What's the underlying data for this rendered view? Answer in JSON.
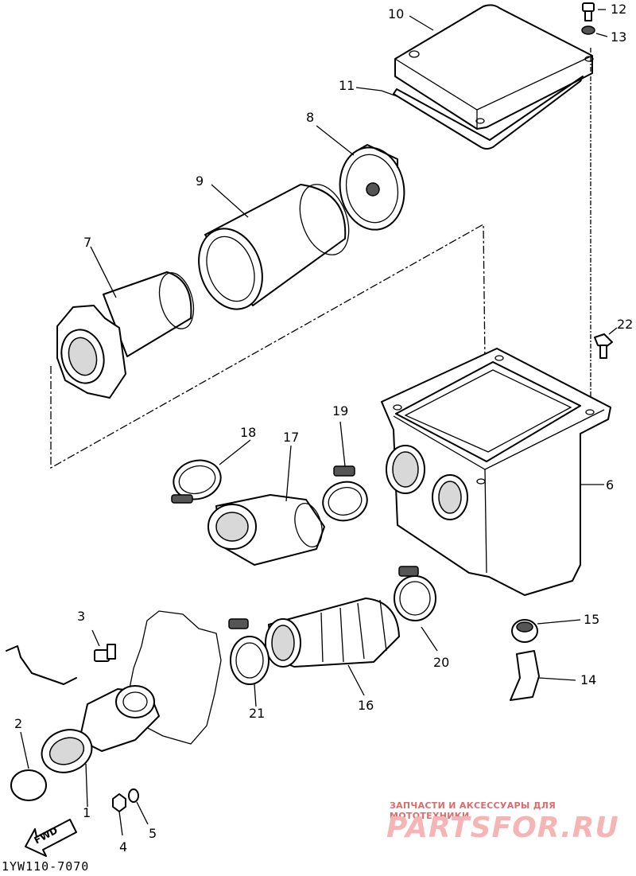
{
  "diagram_code": "1YW110-7070",
  "fwd_label": "FWD",
  "watermark": {
    "line1": "ЗАПЧАСТИ И АКСЕССУАРЫ ДЛЯ МОТОТЕХНИКИ",
    "line2": "PARTSFOR.RU"
  },
  "parts": [
    {
      "num": "1"
    },
    {
      "num": "2"
    },
    {
      "num": "3"
    },
    {
      "num": "4"
    },
    {
      "num": "5"
    },
    {
      "num": "6"
    },
    {
      "num": "7"
    },
    {
      "num": "8"
    },
    {
      "num": "9"
    },
    {
      "num": "10"
    },
    {
      "num": "11"
    },
    {
      "num": "12"
    },
    {
      "num": "13"
    },
    {
      "num": "14"
    },
    {
      "num": "15"
    },
    {
      "num": "16"
    },
    {
      "num": "17"
    },
    {
      "num": "18"
    },
    {
      "num": "19"
    },
    {
      "num": "20"
    },
    {
      "num": "21"
    },
    {
      "num": "22"
    }
  ]
}
